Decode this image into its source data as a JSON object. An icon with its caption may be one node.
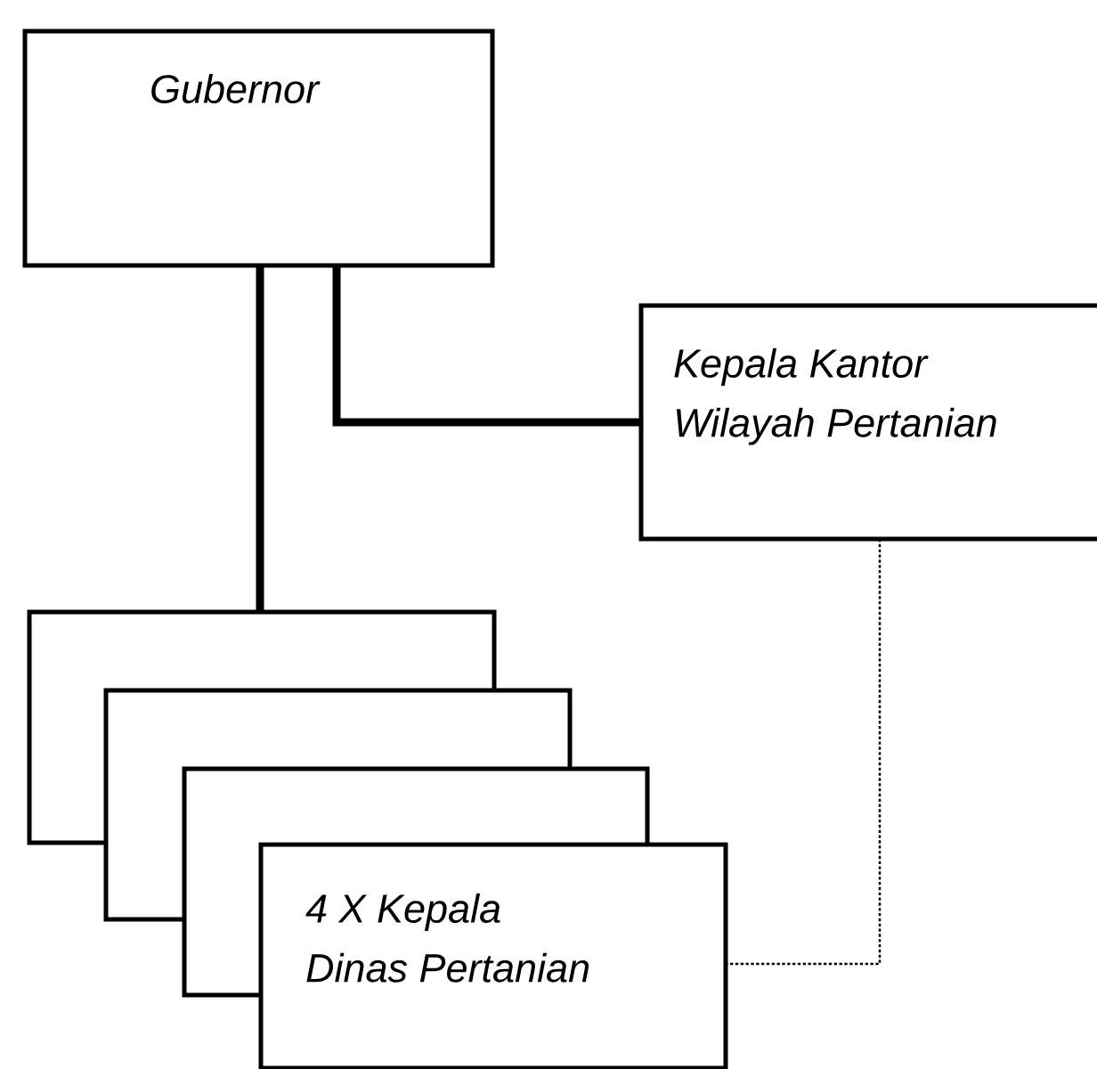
{
  "diagram": {
    "nodes": [
      {
        "text": [
          "Gubernor"
        ]
      },
      {
        "text": [
          "Kepala Kantor Wilayah Pertanian"
        ]
      },
      {
        "text": [],
        "shape": "box"
      },
      {
        "text": [],
        "shape": "box"
      },
      {
        "text": [],
        "shape": "box"
      },
      {
        "text": [
          "4 X Kepala Dinas Pertanian"
        ]
      }
    ],
    "edges": [
      {
        "from": 0,
        "to": 2,
        "arrow": "none"
      },
      {
        "from": 0,
        "to": 1,
        "arrow": "none"
      },
      {
        "from": 1,
        "to": 5,
        "arrow": "none",
        "style": "dashed"
      }
    ]
  }
}
